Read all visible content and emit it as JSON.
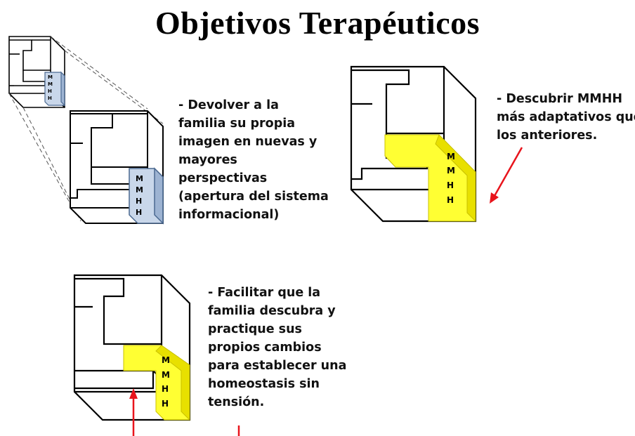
{
  "title": "Objetivos Terapéuticos",
  "block_label": [
    "M",
    "M",
    "H",
    "H"
  ],
  "objective_1": [
    "- Devolver a la",
    "familia su propia",
    "imagen en nuevas y",
    "mayores",
    "perspectivas",
    "(apertura del sistema",
    "informacional)"
  ],
  "objective_2": [
    "- Descubrir MMHH",
    "más adaptativos  que",
    "los anteriores."
  ],
  "objective_3": [
    "- Facilitar que la",
    "familia descubra y",
    "practique sus",
    "propios cambios",
    "para establecer una",
    "homeostasis sin",
    "tensión."
  ],
  "colors": {
    "highlight_block": "#ffff33",
    "highlight_side": "#e8e000",
    "blue_block": "#c9d7ea",
    "blue_side": "#9db3d2",
    "arrow": "#e8141c",
    "outline": "#000000"
  }
}
